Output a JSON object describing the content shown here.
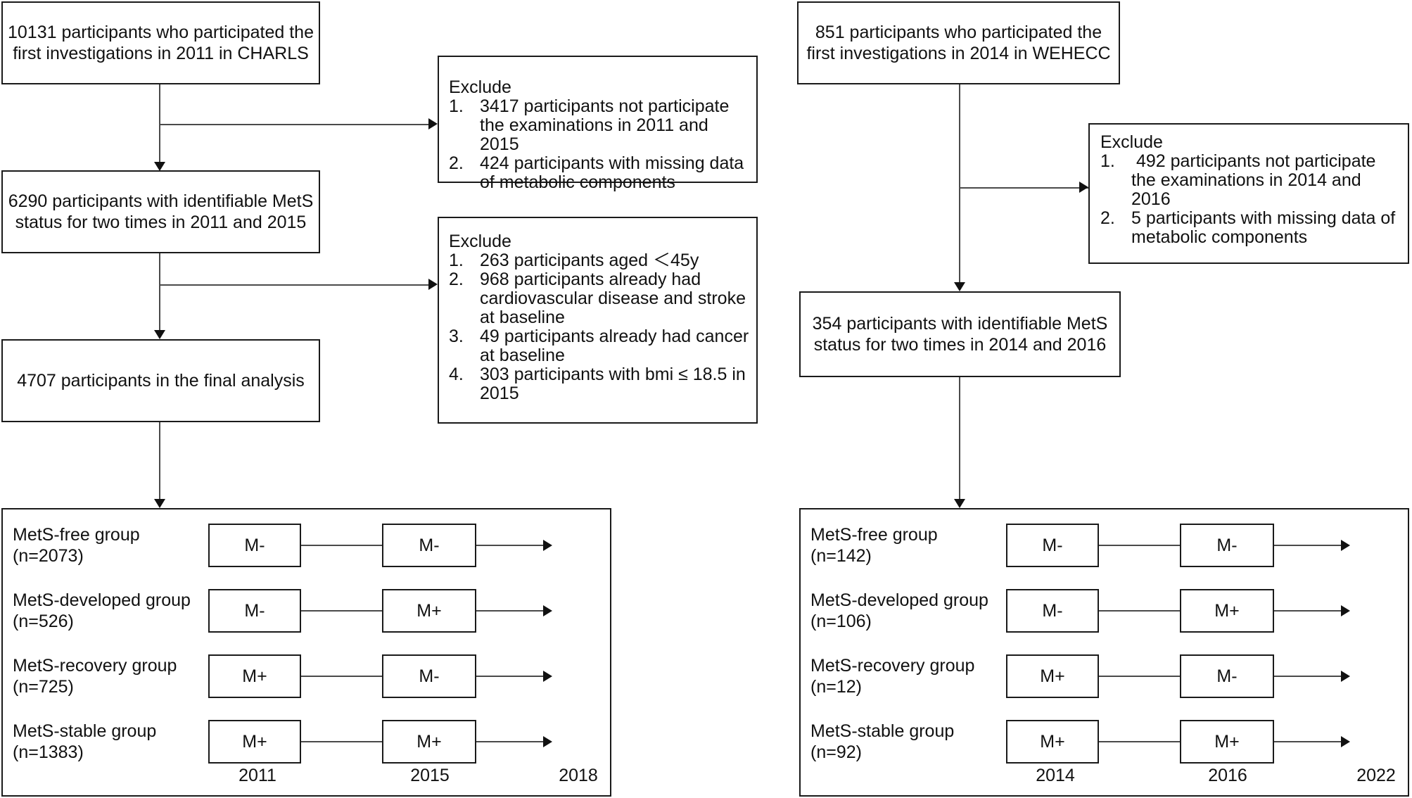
{
  "left": {
    "top_box": "10131 participants who participated the\nfirst investigations in 2011 in CHARLS",
    "exclude1": {
      "title": "Exclude",
      "items": [
        {
          "num": "1.",
          "text": "3417 participants not participate\nthe examinations in 2011 and 2015"
        },
        {
          "num": "2.",
          "text": "424 participants with missing data\nof metabolic components"
        }
      ]
    },
    "mid_box": "6290 participants with identifiable MetS\nstatus for two times in 2011 and 2015",
    "exclude2": {
      "title": "Exclude",
      "items": [
        {
          "num": "1.",
          "text": "263 participants aged ＜45y"
        },
        {
          "num": "2.",
          "text": "968 participants already had\ncardiovascular disease and stroke\nat baseline"
        },
        {
          "num": "3.",
          "text": "49 participants already had cancer\nat baseline"
        },
        {
          "num": "4.",
          "text": "303 participants with bmi ≤ 18.5 in\n2015"
        }
      ]
    },
    "final_box": "4707 participants in the final analysis",
    "groups": [
      {
        "name": "MetS-free group",
        "n": "(n=2073)",
        "t1": "M-",
        "t2": "M-"
      },
      {
        "name": "MetS-developed group",
        "n": "(n=526)",
        "t1": "M-",
        "t2": "M+"
      },
      {
        "name": "MetS-recovery group",
        "n": "(n=725)",
        "t1": "M+",
        "t2": "M-"
      },
      {
        "name": "MetS-stable group",
        "n": "(n=1383)",
        "t1": "M+",
        "t2": "M+"
      }
    ],
    "years": [
      "2011",
      "2015",
      "2018"
    ]
  },
  "right": {
    "top_box": "851 participants who participated the\nfirst investigations in 2014 in WEHECC",
    "exclude1": {
      "title": "Exclude",
      "items": [
        {
          "num": "1.",
          "text": " 492 participants not participate\nthe examinations in 2014 and\n2016"
        },
        {
          "num": "2.",
          "text": "5 participants with missing data of\nmetabolic components"
        }
      ]
    },
    "mid_box": "354 participants with identifiable MetS\nstatus for two times in 2014 and 2016",
    "groups": [
      {
        "name": "MetS-free group",
        "n": "(n=142)",
        "t1": "M-",
        "t2": "M-"
      },
      {
        "name": "MetS-developed group",
        "n": "(n=106)",
        "t1": "M-",
        "t2": "M+"
      },
      {
        "name": "MetS-recovery group",
        "n": "(n=12)",
        "t1": "M+",
        "t2": "M-"
      },
      {
        "name": "MetS-stable group",
        "n": "(n=92)",
        "t1": "M+",
        "t2": "M+"
      }
    ],
    "years": [
      "2014",
      "2016",
      "2022"
    ]
  }
}
